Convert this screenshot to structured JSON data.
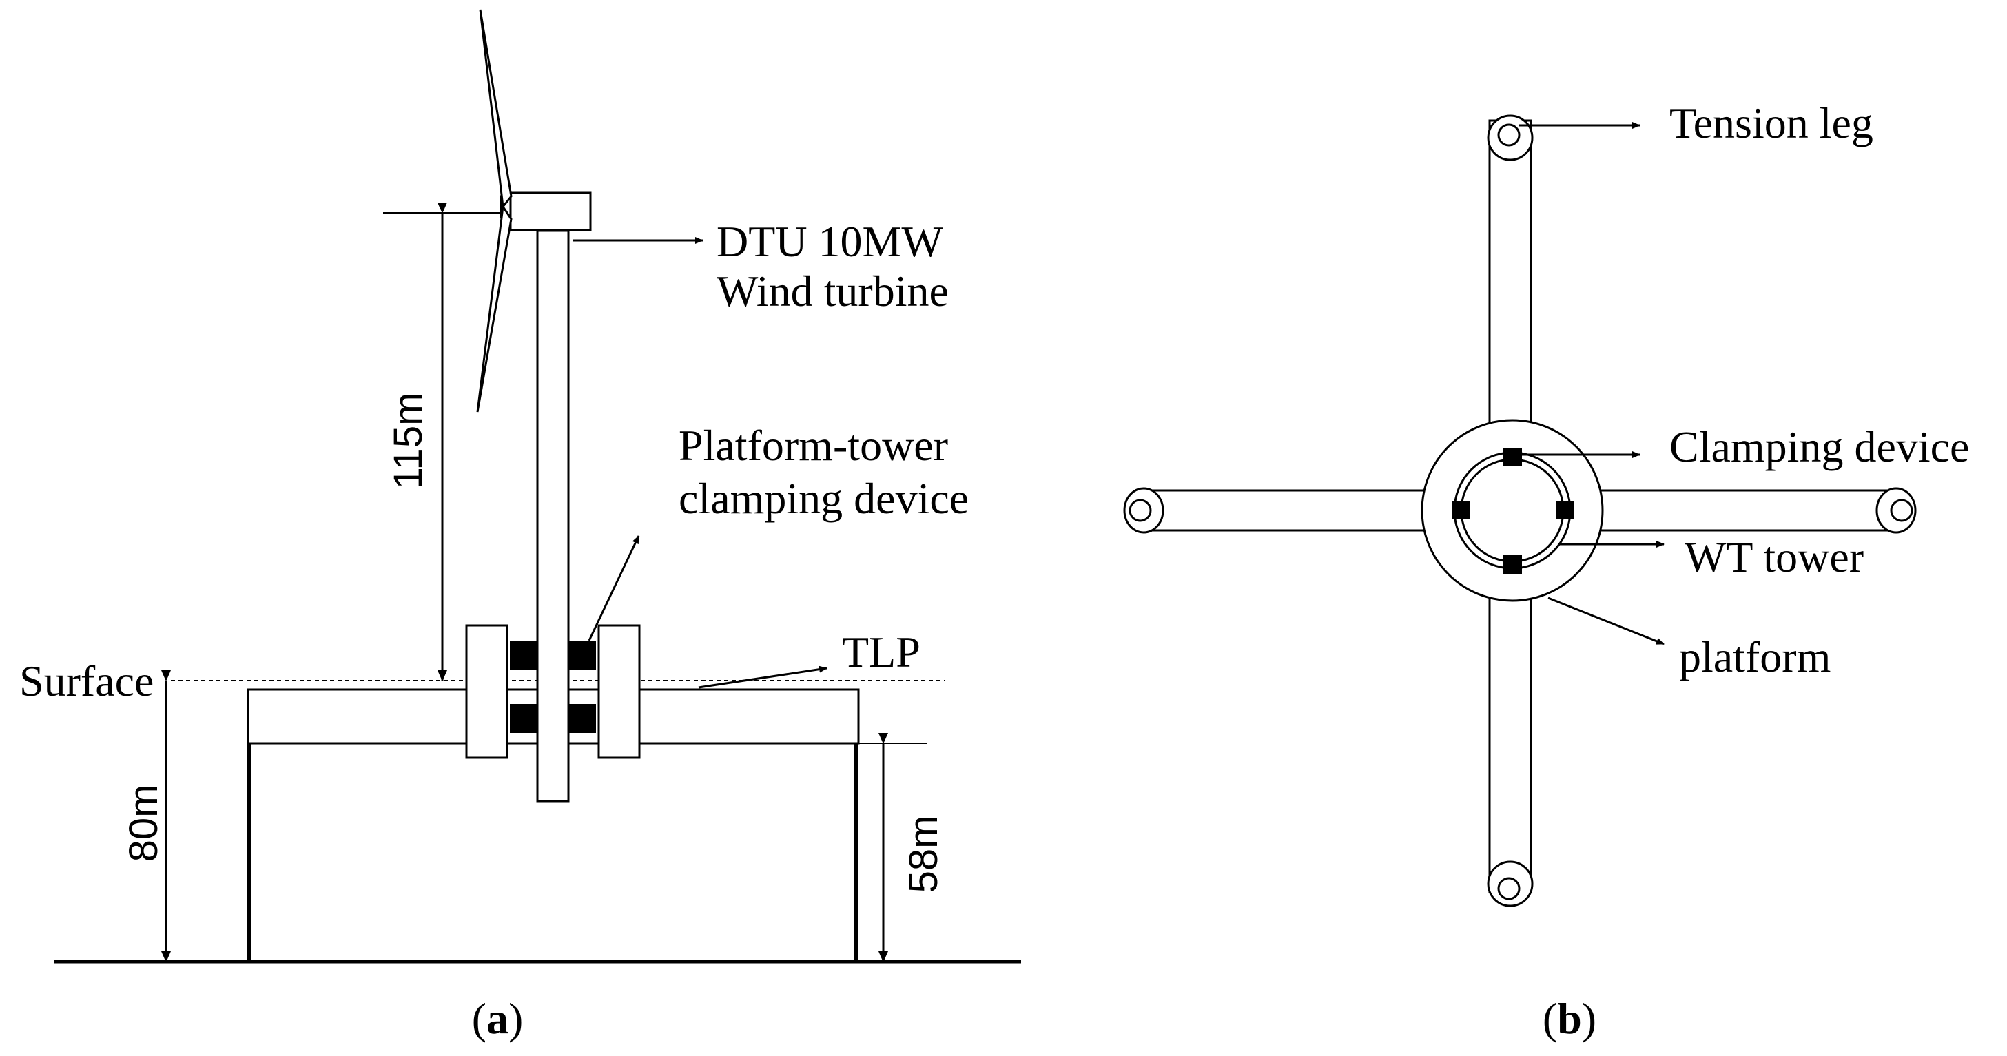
{
  "panel_a": {
    "caption_open": "(",
    "caption_letter": "a",
    "caption_close": ")",
    "labels": {
      "turbine_line1": "DTU 10MW",
      "turbine_line2": "Wind turbine",
      "clamp_line1": "Platform-tower",
      "clamp_line2": "clamping device",
      "tlp": "TLP",
      "surface": "Surface"
    },
    "dimensions": {
      "tower_height": "115m",
      "depth": "80m",
      "leg_length": "58m"
    }
  },
  "panel_b": {
    "caption_open": "(",
    "caption_letter": "b",
    "caption_close": ")",
    "labels": {
      "tension_leg": "Tension leg",
      "clamping_device": "Clamping device",
      "wt_tower": "WT tower",
      "platform": "platform"
    }
  },
  "colors": {
    "ink": "#000000",
    "background": "#ffffff"
  }
}
